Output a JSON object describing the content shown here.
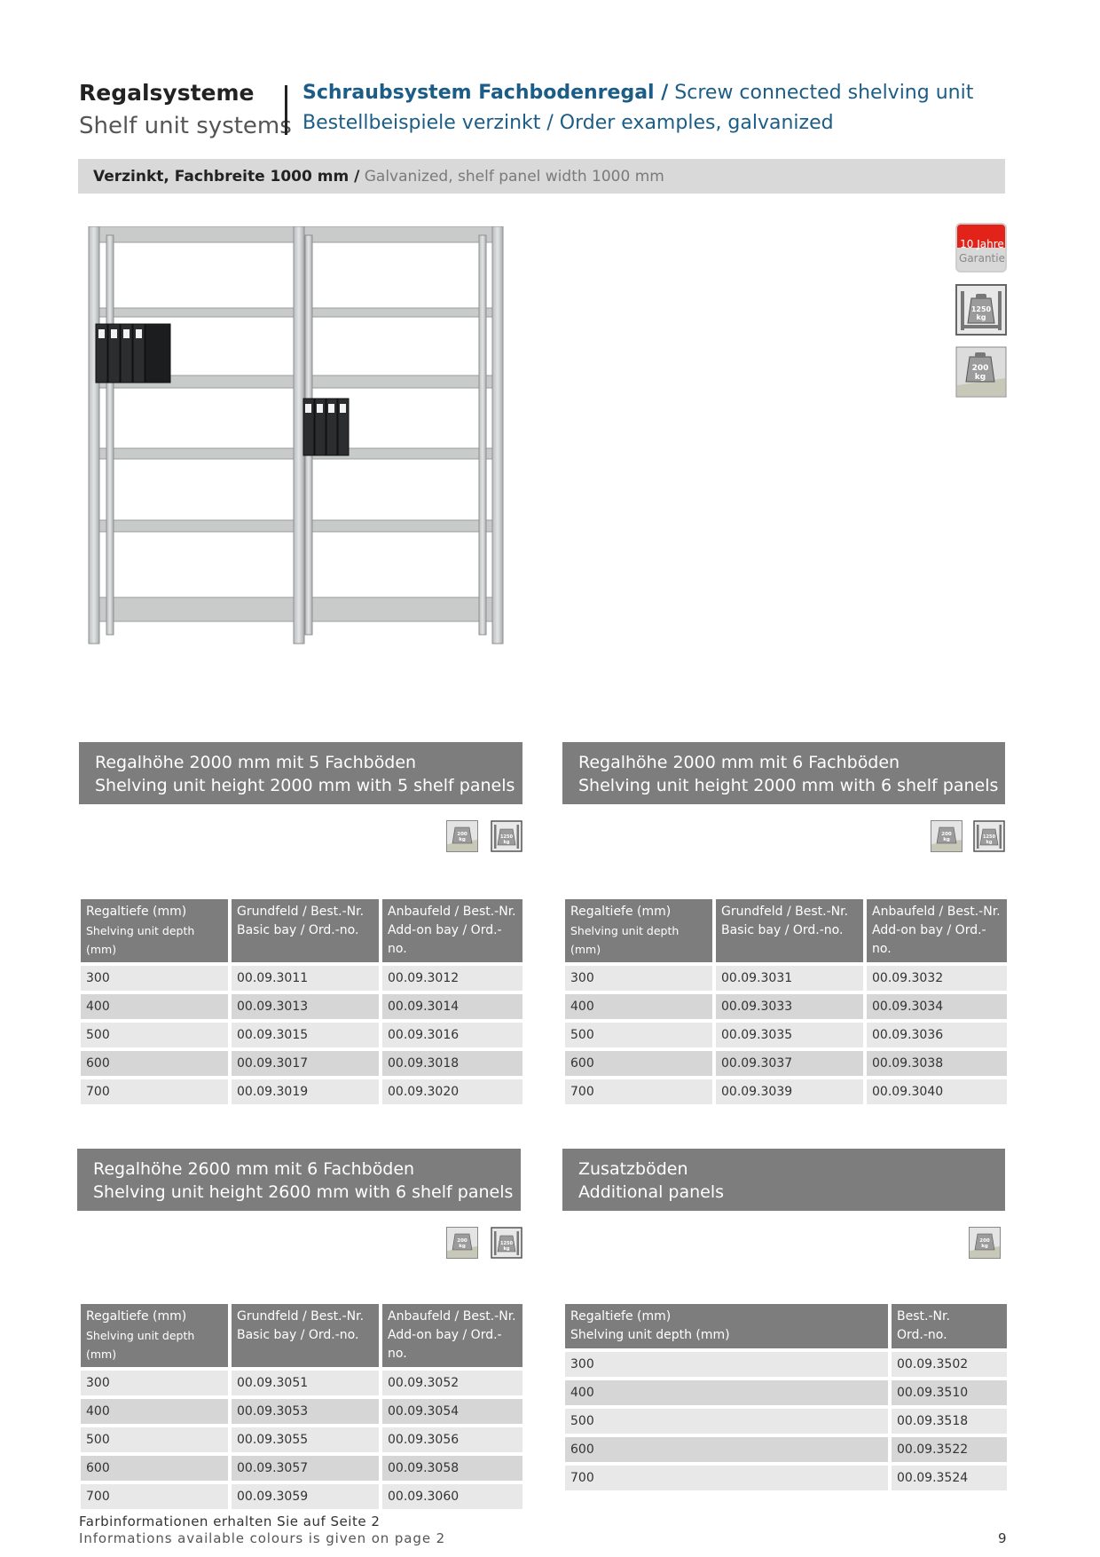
{
  "header": {
    "left_title": "Regalsysteme",
    "left_subtitle": "Shelf unit systems",
    "right_line1_bold": "Schraubsystem Fachbodenregal /",
    "right_line1_rest": " Screw connected shelving unit",
    "right_line2": "Bestellbeispiele verzinkt / Order examples, galvanized"
  },
  "band": {
    "bold": "Verzinkt, Fachbreite 1000 mm /",
    "rest": " Galvanized, shelf panel width 1000 mm"
  },
  "badges": {
    "guarantee_line1": "10 Jahre",
    "guarantee_line2": "Garantie",
    "load_large": "1250 kg",
    "load_small": "200 kg",
    "guarantee_color": "#e2231a"
  },
  "sections": [
    {
      "title_de": "Regalhöhe 2000 mm mit 5 Fachböden",
      "title_en": "Shelving unit height 2000 mm with 5 shelf panels",
      "headers": [
        [
          "Regaltiefe (mm)",
          "Shelving unit depth (mm)"
        ],
        [
          "Grundfeld / Best.-Nr.",
          "Basic bay / Ord.-no."
        ],
        [
          "Anbaufeld / Best.-Nr.",
          "Add-on bay / Ord.-no."
        ]
      ],
      "rows": [
        [
          "300",
          "00.09.3011",
          "00.09.3012"
        ],
        [
          "400",
          "00.09.3013",
          "00.09.3014"
        ],
        [
          "500",
          "00.09.3015",
          "00.09.3016"
        ],
        [
          "600",
          "00.09.3017",
          "00.09.3018"
        ],
        [
          "700",
          "00.09.3019",
          "00.09.3020"
        ]
      ]
    },
    {
      "title_de": "Regalhöhe 2000 mm mit 6 Fachböden",
      "title_en": "Shelving unit height 2000 mm with 6 shelf panels",
      "headers": [
        [
          "Regaltiefe (mm)",
          "Shelving unit depth (mm)"
        ],
        [
          "Grundfeld / Best.-Nr.",
          "Basic bay / Ord.-no."
        ],
        [
          "Anbaufeld / Best.-Nr.",
          "Add-on bay / Ord.-no."
        ]
      ],
      "rows": [
        [
          "300",
          "00.09.3031",
          "00.09.3032"
        ],
        [
          "400",
          "00.09.3033",
          "00.09.3034"
        ],
        [
          "500",
          "00.09.3035",
          "00.09.3036"
        ],
        [
          "600",
          "00.09.3037",
          "00.09.3038"
        ],
        [
          "700",
          "00.09.3039",
          "00.09.3040"
        ]
      ]
    },
    {
      "title_de": "Regalhöhe 2600 mm mit 6 Fachböden",
      "title_en": "Shelving unit height 2600 mm with 6 shelf panels",
      "headers": [
        [
          "Regaltiefe (mm)",
          "Shelving unit depth (mm)"
        ],
        [
          "Grundfeld / Best.-Nr.",
          "Basic bay / Ord.-no."
        ],
        [
          "Anbaufeld / Best.-Nr.",
          "Add-on bay / Ord.-no."
        ]
      ],
      "rows": [
        [
          "300",
          "00.09.3051",
          "00.09.3052"
        ],
        [
          "400",
          "00.09.3053",
          "00.09.3054"
        ],
        [
          "500",
          "00.09.3055",
          "00.09.3056"
        ],
        [
          "600",
          "00.09.3057",
          "00.09.3058"
        ],
        [
          "700",
          "00.09.3059",
          "00.09.3060"
        ]
      ]
    },
    {
      "title_de": "Zusatzböden",
      "title_en": "Additional panels",
      "headers": [
        [
          "Regaltiefe (mm)",
          "Shelving unit depth (mm)"
        ],
        [
          "Best.-Nr.",
          "Ord.-no."
        ]
      ],
      "rows": [
        [
          "300",
          "00.09.3502"
        ],
        [
          "400",
          "00.09.3510"
        ],
        [
          "500",
          "00.09.3518"
        ],
        [
          "600",
          "00.09.3522"
        ],
        [
          "700",
          "00.09.3524"
        ]
      ]
    }
  ],
  "footer": {
    "line1": "Farbinformationen erhalten Sie auf Seite 2",
    "line2": "Informations available colours is given on page 2",
    "page_number": "9"
  }
}
